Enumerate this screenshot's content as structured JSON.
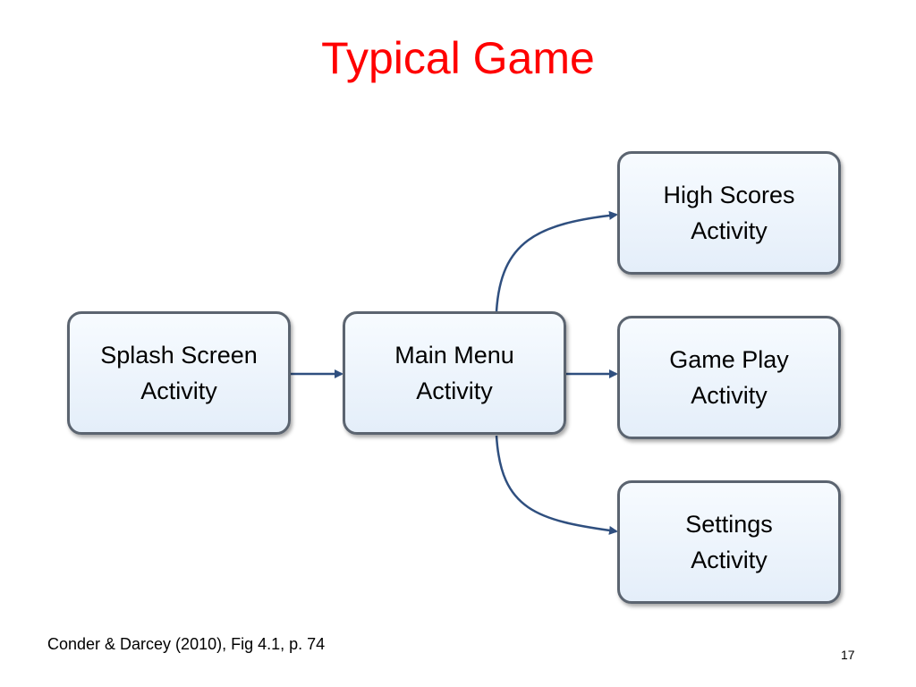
{
  "title": "Typical Game",
  "nodes": {
    "splash": "Splash Screen\nActivity",
    "main_menu": "Main Menu\nActivity",
    "high_scores": "High Scores\nActivity",
    "game_play": "Game Play\nActivity",
    "settings": "Settings\nActivity"
  },
  "edges": [
    {
      "from": "splash",
      "to": "main_menu"
    },
    {
      "from": "main_menu",
      "to": "high_scores"
    },
    {
      "from": "main_menu",
      "to": "game_play"
    },
    {
      "from": "main_menu",
      "to": "settings"
    }
  ],
  "citation": "Conder & Darcey (2010), Fig 4.1, p. 74",
  "page_number": "17",
  "colors": {
    "title": "#ff0000",
    "node_border": "#5b6470",
    "node_fill": "#e4eef9",
    "arrow": "#2f4f7f"
  }
}
